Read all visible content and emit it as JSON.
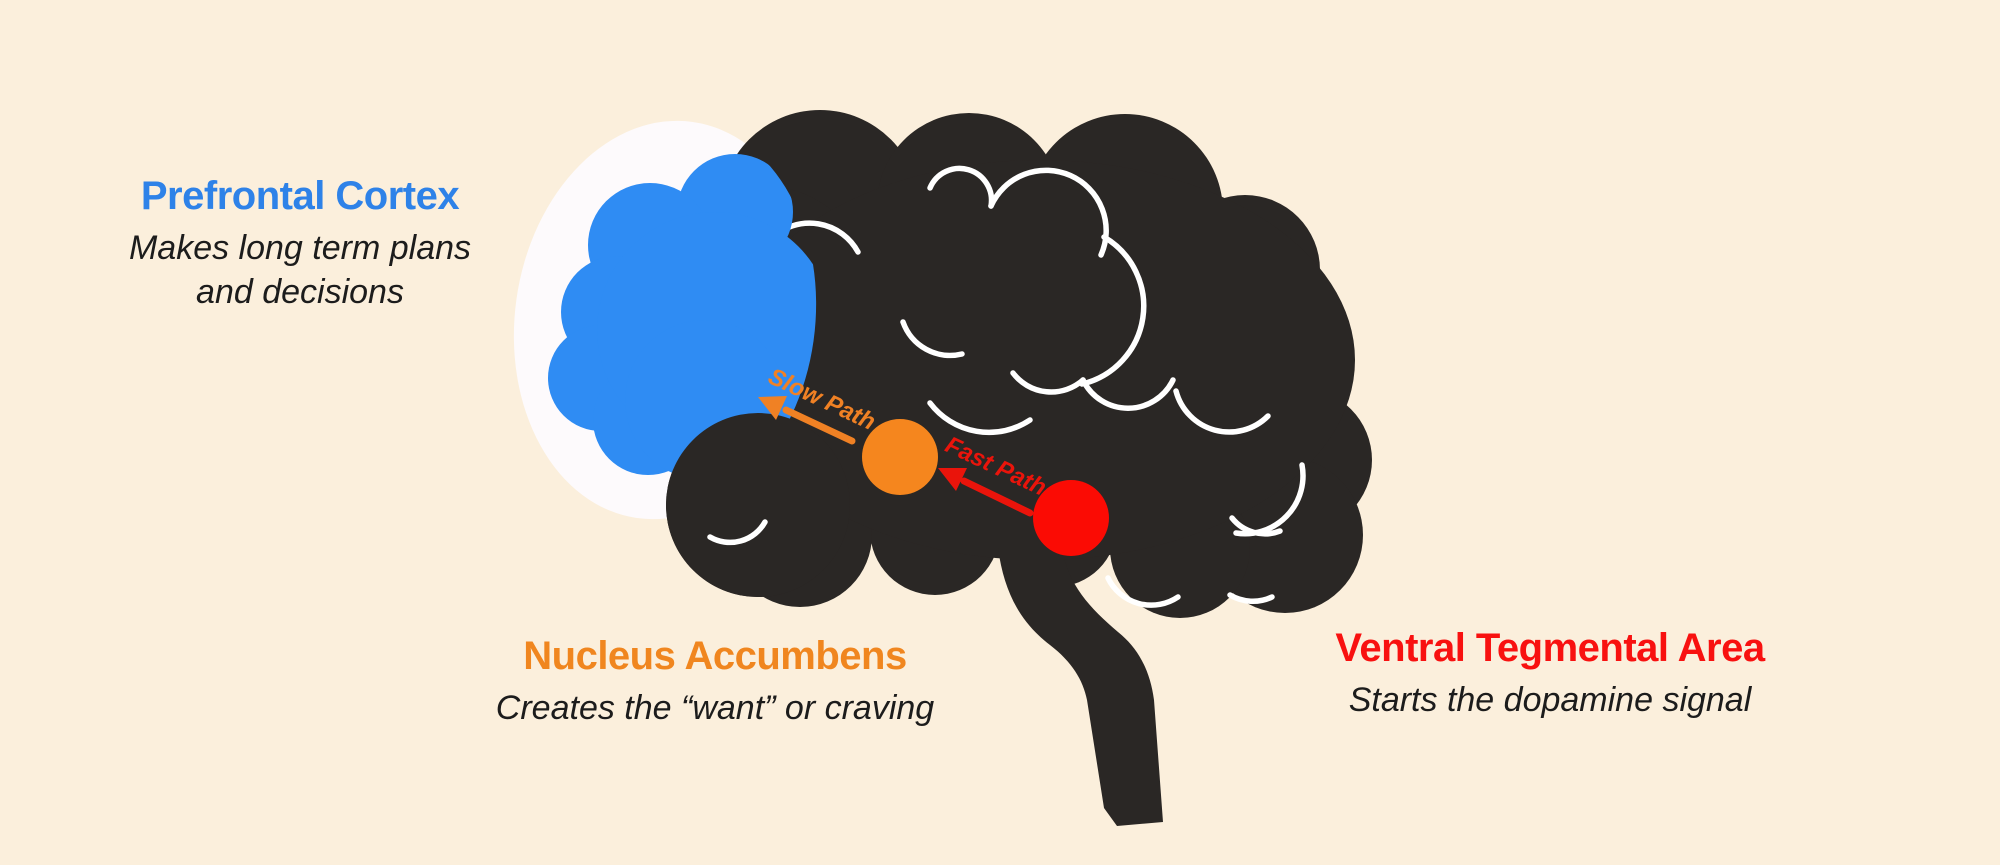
{
  "diagram": {
    "type": "brain-dopamine-pathway-diagram",
    "regions": [
      {
        "id": "prefrontal-cortex",
        "name": "Prefrontal Cortex",
        "description_line1": "Makes long term plans",
        "description_line2": "and decisions",
        "color": "#2e82e8",
        "marker": "blue-frontal-lobe"
      },
      {
        "id": "nucleus-accumbens",
        "name": "Nucleus Accumbens",
        "description_line1": "Creates the “want” or craving",
        "description_line2": "",
        "color": "#f0861f",
        "marker": "orange-dot"
      },
      {
        "id": "ventral-tegmental-area",
        "name": "Ventral Tegmental Area",
        "description_line1": "Starts the dopamine signal",
        "description_line2": "",
        "color": "#f81110",
        "marker": "red-dot"
      }
    ],
    "pathways": [
      {
        "id": "slow-path",
        "label": "Slow Path",
        "color": "#f08124",
        "from": "nucleus-accumbens",
        "to": "prefrontal-cortex"
      },
      {
        "id": "fast-path",
        "label": "Fast Path",
        "color": "#ea140b",
        "from": "ventral-tegmental-area",
        "to": "nucleus-accumbens"
      }
    ],
    "palette": {
      "background": "#fbefdc",
      "brain_black": "#2a2725",
      "halo_white": "#fdfafc",
      "frontal_blue": "#2f8cf3",
      "orange_dot": "#f5861e",
      "red_dot": "#fb0b04",
      "sulci_lines": "#ffffff"
    }
  }
}
